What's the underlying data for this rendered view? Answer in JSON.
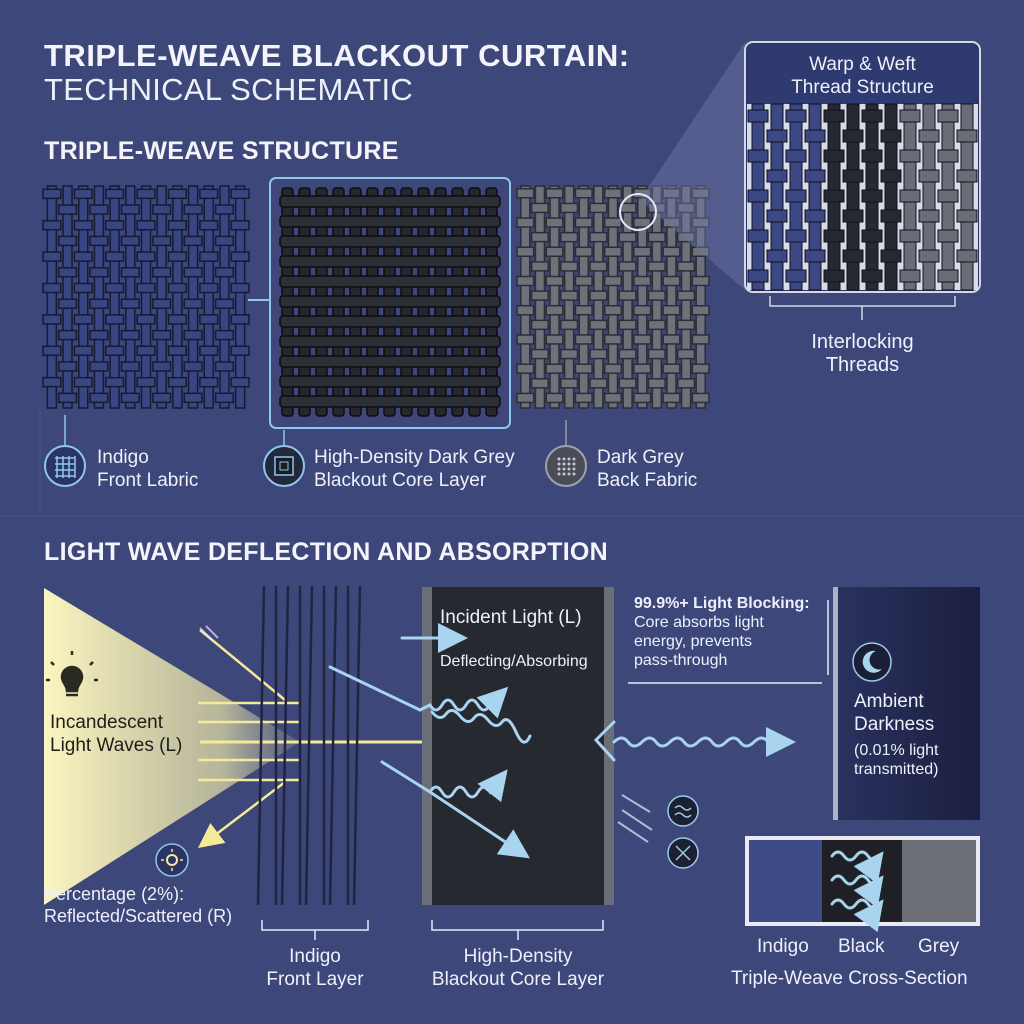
{
  "title": {
    "line1": "TRIPLE-WEAVE BLACKOUT CURTAIN:",
    "line2": "TECHNICAL SCHEMATIC"
  },
  "structure": {
    "heading": "TRIPLE-WEAVE STRUCTURE",
    "layers": [
      {
        "label_line1": "Indigo",
        "label_line2": "Front Labric",
        "icon": "grid-icon"
      },
      {
        "label_line1": "High-Density Dark Grey",
        "label_line2": "Blackout Core Layer",
        "icon": "chip-icon"
      },
      {
        "label_line1": "Dark Grey",
        "label_line2": "Back Fabric",
        "icon": "dots-icon"
      }
    ],
    "inset": {
      "title_line1": "Warp & Weft",
      "title_line2": "Thread Structure",
      "caption_line1": "Interlocking",
      "caption_line2": "Threads"
    }
  },
  "deflection": {
    "heading": "LIGHT WAVE DEFLECTION AND ABSORPTION",
    "source_line1": "Incandescent",
    "source_line2": "Light Waves (L)",
    "reflected_line1": "Percentage (2%):",
    "reflected_line2": "Reflected/Scattered (R)",
    "incident_label": "Incident Light (L)",
    "deflecting_label": "Deflecting/Absorbing",
    "blocking_bold": "99.9%+ Light Blocking:",
    "blocking_line1": "Core absorbs light",
    "blocking_line2": "energy, prevents",
    "blocking_line3": "pass-through",
    "ambient_line1": "Ambient",
    "ambient_line2": "Darkness",
    "transmit_line1": "(0.01% light",
    "transmit_line2": "transmitted)",
    "front_layer_line1": "Indigo",
    "front_layer_line2": "Front Layer",
    "core_layer_line1": "High-Density",
    "core_layer_line2": "Blackout Core Layer"
  },
  "cross_section": {
    "labels": [
      "Indigo",
      "Black",
      "Grey"
    ],
    "caption": "Triple-Weave Cross-Section"
  },
  "colors": {
    "background": "#3e477a",
    "indigo": "#3d4a85",
    "core": "#24272e",
    "grey": "#6d7078",
    "light": "#f7f0a8",
    "wave": "#a9d4f0"
  }
}
